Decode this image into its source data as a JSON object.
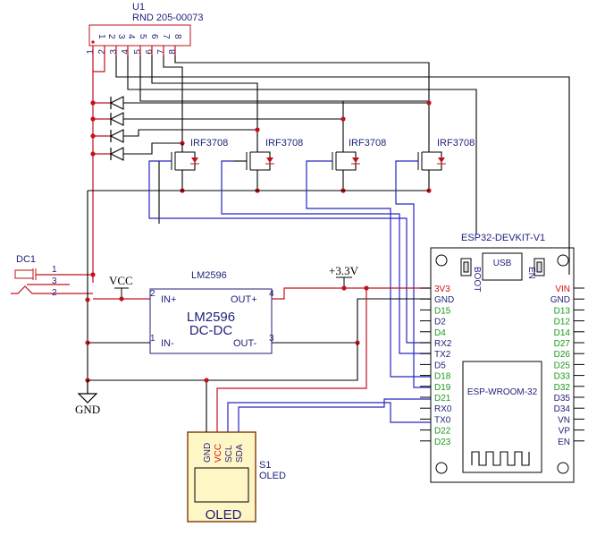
{
  "u1": {
    "ref": "U1",
    "part": "RND 205-00073",
    "pins": [
      "1",
      "2",
      "3",
      "4",
      "5",
      "6",
      "7",
      "8"
    ]
  },
  "dc1": {
    "ref": "DC1",
    "pins": [
      "1",
      "3",
      "2"
    ]
  },
  "regulator": {
    "title": "LM2596",
    "name": "LM2596",
    "sub": "DC-DC",
    "in_plus": "IN+",
    "in_minus": "IN-",
    "out_plus": "OUT+",
    "out_minus": "OUT-",
    "pin_in_plus": "2",
    "pin_in_minus": "1",
    "pin_out_plus": "4",
    "pin_out_minus": "3"
  },
  "nets": {
    "vcc": "VCC",
    "v33": "+3.3V",
    "gnd": "GND"
  },
  "mosfets": [
    "IRF3708",
    "IRF3708",
    "IRF3708",
    "IRF3708"
  ],
  "esp32": {
    "title": "ESP32-DEVKIT-V1",
    "module": "ESP-WROOM-32",
    "btn_left": "BOOT",
    "btn_right": "EN",
    "usb": "USB",
    "left_pins": [
      {
        "label": "3V3",
        "color": "red"
      },
      {
        "label": "GND",
        "color": "blue"
      },
      {
        "label": "D15",
        "color": "green"
      },
      {
        "label": "D2",
        "color": "blue"
      },
      {
        "label": "D4",
        "color": "green"
      },
      {
        "label": "RX2",
        "color": "blue"
      },
      {
        "label": "TX2",
        "color": "blue"
      },
      {
        "label": "D5",
        "color": "blue"
      },
      {
        "label": "D18",
        "color": "green"
      },
      {
        "label": "D19",
        "color": "green"
      },
      {
        "label": "D21",
        "color": "green"
      },
      {
        "label": "RX0",
        "color": "blue"
      },
      {
        "label": "TX0",
        "color": "blue"
      },
      {
        "label": "D22",
        "color": "green"
      },
      {
        "label": "D23",
        "color": "green"
      }
    ],
    "right_pins": [
      {
        "label": "VIN",
        "color": "red"
      },
      {
        "label": "GND",
        "color": "blue"
      },
      {
        "label": "D13",
        "color": "green"
      },
      {
        "label": "D12",
        "color": "green"
      },
      {
        "label": "D14",
        "color": "green"
      },
      {
        "label": "D27",
        "color": "green"
      },
      {
        "label": "D26",
        "color": "green"
      },
      {
        "label": "D25",
        "color": "green"
      },
      {
        "label": "D33",
        "color": "green"
      },
      {
        "label": "D32",
        "color": "green"
      },
      {
        "label": "D35",
        "color": "blue"
      },
      {
        "label": "D34",
        "color": "blue"
      },
      {
        "label": "VN",
        "color": "blue"
      },
      {
        "label": "VP",
        "color": "blue"
      },
      {
        "label": "EN",
        "color": "blue"
      }
    ]
  },
  "oled": {
    "ref": "S1",
    "type": "OLED",
    "caption": "OLED",
    "pins": [
      "GND",
      "VCC",
      "SCL",
      "SDA"
    ]
  },
  "colors": {
    "wire_red": "#c0121a",
    "wire_blue": "#2626c4",
    "wire_black": "#000000",
    "label_blue": "#1f1f7a",
    "pin_green": "#1a9a1a",
    "oled_fill": "#fff6c6",
    "oled_border": "#7a3b00"
  }
}
